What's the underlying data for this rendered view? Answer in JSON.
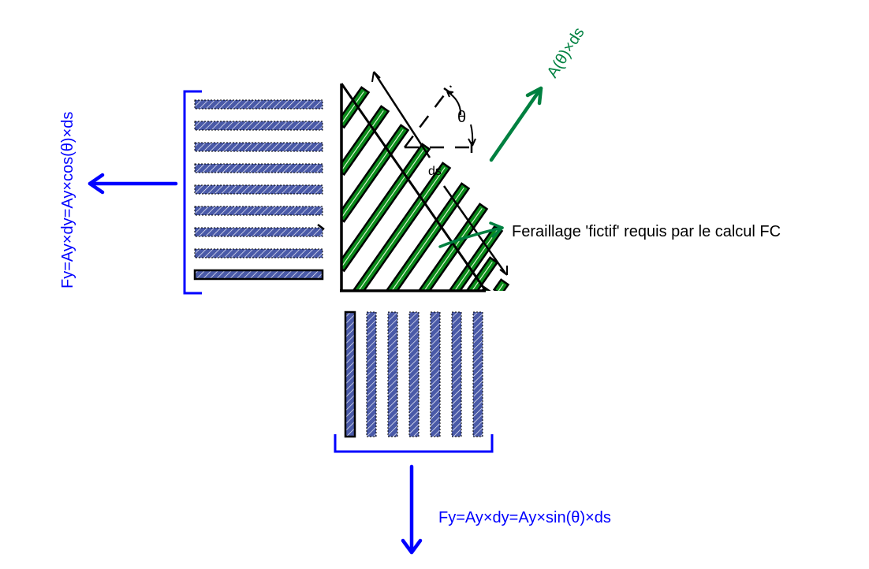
{
  "diagram": {
    "labels": {
      "left_force": "Fy=Ay×dy=Ay×cos(θ)×ds",
      "bottom_force": "Fy=Ay×dy=Ay×sin(θ)×ds",
      "diagonal_force": "A(θ)×ds",
      "callout": "Feraillage 'fictif' requis par le calcul FC",
      "angle": "θ",
      "length": "ds"
    },
    "rebar_groups": {
      "horizontal_count": 9,
      "vertical_count": 7,
      "diagonal_count": 11
    },
    "colors": {
      "blue": "#0000ff",
      "green": "#008040",
      "rebar_blue": "#4a5aa8",
      "rebar_green": "#0a8a1a",
      "black": "#000000"
    }
  }
}
